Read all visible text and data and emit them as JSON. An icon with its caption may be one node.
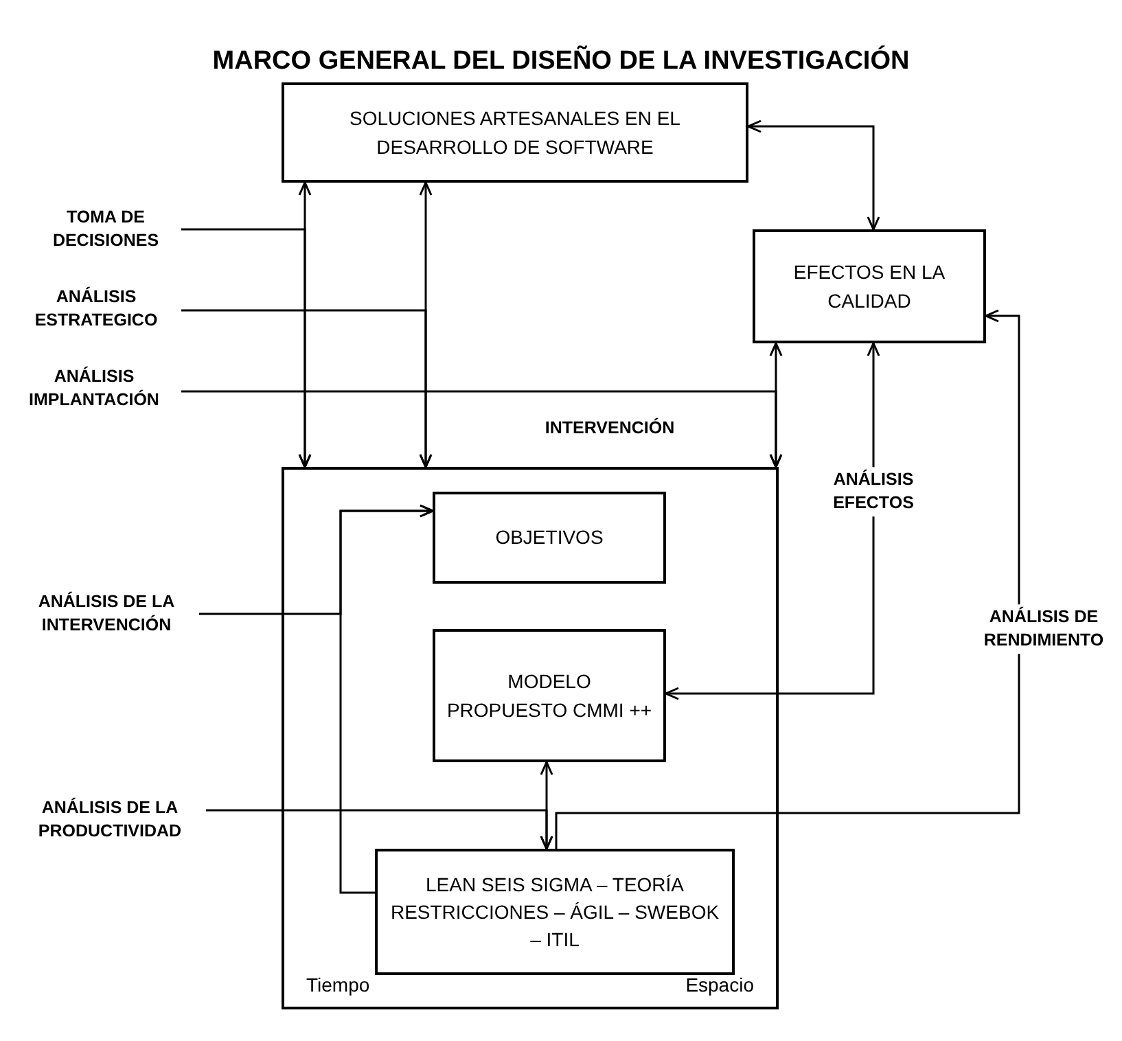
{
  "diagram": {
    "title": "MARCO GENERAL DEL DISEÑO DE LA INVESTIGACIÓN",
    "nodes": [
      {
        "text": [
          "SOLUCIONES ARTESANALES EN EL DESARROLLO DE SOFTWARE"
        ]
      },
      {
        "text": [
          "EFECTOS EN LA CALIDAD"
        ]
      },
      {
        "text": [
          "Tiempo",
          "Espacio"
        ]
      },
      {
        "text": [
          "OBJETIVOS"
        ],
        "in": 2
      },
      {
        "text": [
          "MODELO PROPUESTO CMMI ++"
        ],
        "in": 2
      },
      {
        "text": [
          "LEAN SEIS SIGMA – TEORÍA RESTRICCIONES – ÁGIL – SWEBOK – ITIL"
        ],
        "in": 2
      },
      {
        "text": [
          "TOMA DE DECISIONES"
        ]
      },
      {
        "text": [
          "ANÁLISIS ESTRATEGICO"
        ]
      },
      {
        "text": [
          "ANÁLISIS IMPLANTACIÓN"
        ]
      },
      {
        "text": [
          "ANÁLISIS DE LA INTERVENCIÓN"
        ]
      },
      {
        "text": [
          "ANÁLISIS DE LA PRODUCTIVIDAD"
        ]
      }
    ],
    "edges": [
      {
        "from": 0,
        "to": 2,
        "arrow": "both"
      },
      {
        "from": 0,
        "to": 2,
        "arrow": "both"
      },
      {
        "from": 0,
        "to": 1,
        "arrow": "both"
      },
      {
        "from": 1,
        "to": 2,
        "arrow": "both"
      },
      {
        "from": 6,
        "to": 2,
        "arrow": "to"
      },
      {
        "from": 7,
        "to": 2,
        "arrow": "to"
      },
      {
        "from": 8,
        "to": 2,
        "arrow": "to",
        "label": "INTERVENCIÓN"
      },
      {
        "from": 1,
        "to": 4,
        "arrow": "both",
        "label": "ANÁLISIS EFECTOS"
      },
      {
        "from": 9,
        "to": 3,
        "arrow": "to"
      },
      {
        "from": 5,
        "to": 3,
        "arrow": "to"
      },
      {
        "from": 4,
        "to": 5,
        "arrow": "both"
      },
      {
        "from": 10,
        "to": 5,
        "arrow": "to"
      },
      {
        "from": 5,
        "to": 1,
        "arrow": "to",
        "label": "ANÁLISIS DE RENDIMIENTO"
      }
    ]
  }
}
